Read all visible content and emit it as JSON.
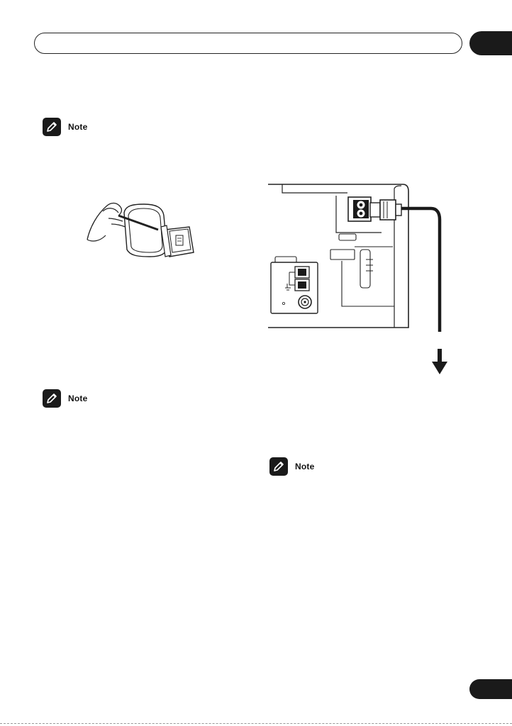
{
  "notes": [
    {
      "label": "Note"
    },
    {
      "label": "Note"
    },
    {
      "label": "Note"
    }
  ],
  "icons": {
    "note": "pencil-icon",
    "arrow": "arrow-down-icon"
  },
  "colors": {
    "ink": "#1a1a1a",
    "background": "#ffffff"
  }
}
